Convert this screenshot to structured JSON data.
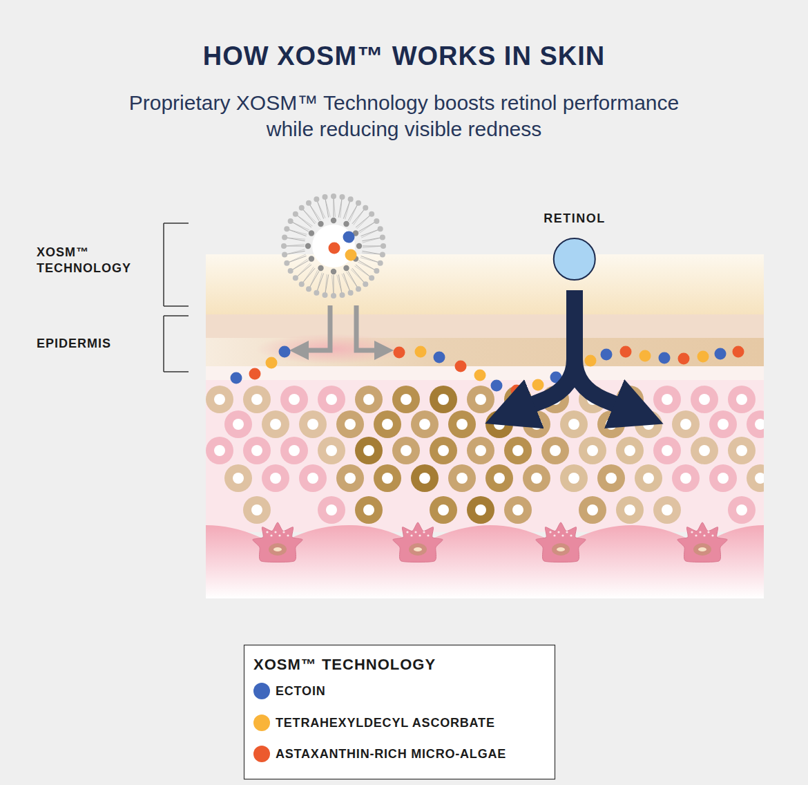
{
  "diagram": {
    "title": "HOW XOSM™ WORKS IN SKIN",
    "caption": "Proprietary XOSM™ Technology boosts retinol performance while reducing visible redness",
    "nodes": [
      {
        "text": [
          "RETINOL"
        ]
      }
    ],
    "labels": [
      "XOSM™ TECHNOLOGY",
      "EPIDERMIS",
      "XOSM™ TECHNOLOGY"
    ],
    "legend": [
      {
        "text": "ECTOIN",
        "color": "#3f67bd"
      },
      {
        "text": "TETRAHEXYLDECYL ASCORBATE",
        "color": "#f9b43a"
      },
      {
        "text": "ASTAXANTHIN-RICH MICRO-ALGAE",
        "color": "#ec5a2e"
      }
    ]
  }
}
